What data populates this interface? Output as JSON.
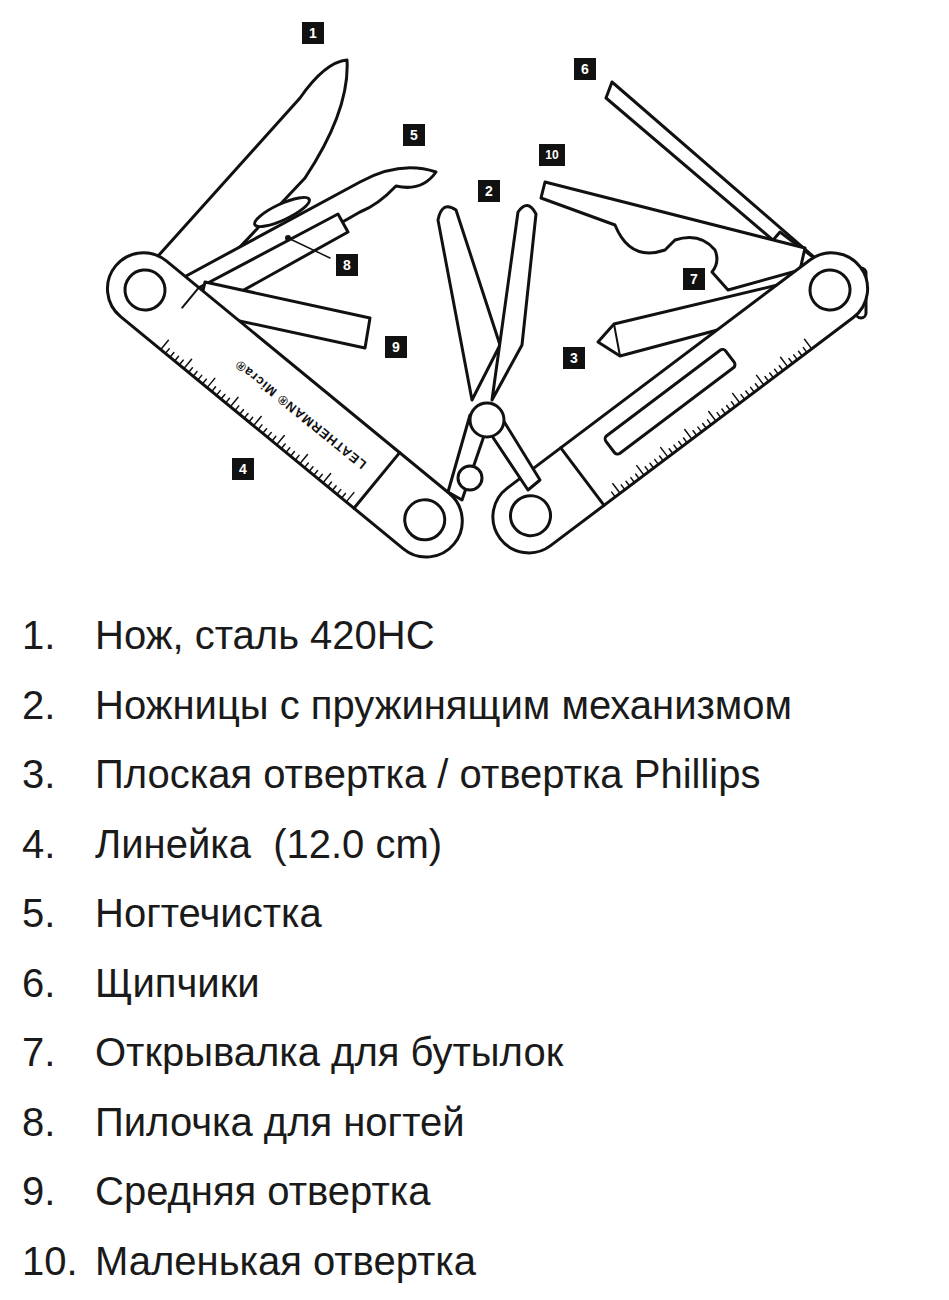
{
  "diagram": {
    "labels": [
      "1",
      "6",
      "5",
      "10",
      "2",
      "8",
      "7",
      "9",
      "3",
      "4",
      "LEATHERMAN® Micra®",
      "1.",
      "Нож, сталь 420HC",
      "2.",
      "Ножницы с пружинящим механизмом",
      "3.",
      "Плоская отвертка / отвертка Phillips",
      "4.",
      "Линейка  (12.0 cm)",
      "5.",
      "Ногтечистка",
      "6.",
      "Щипчики",
      "7.",
      "Открывалка для бутылок",
      "8.",
      "Пилочка для ногтей",
      "9.",
      "Средняя отвертка",
      "10.",
      "Маленькая отвертка"
    ]
  }
}
